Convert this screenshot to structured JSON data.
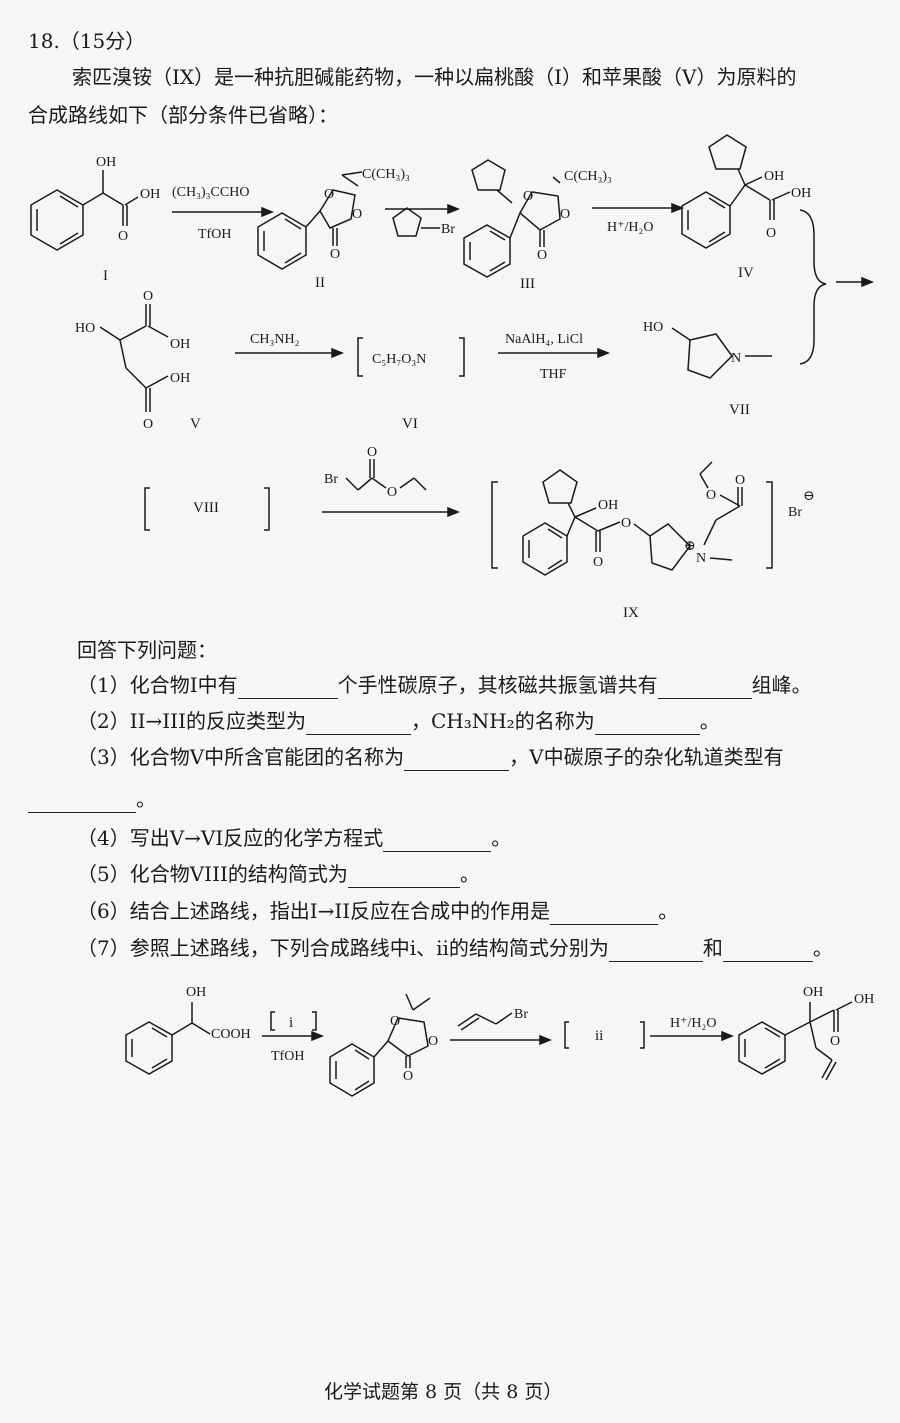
{
  "question": {
    "header": "18.（15分）",
    "intro_line1": "索匹溴铵（IX）是一种抗胆碱能药物，一种以扁桃酸（I）和苹果酸（V）为原料的",
    "intro_line2": "合成路线如下（部分条件已省略）："
  },
  "scheme": {
    "labels": {
      "I": "I",
      "II": "II",
      "III": "III",
      "IV": "IV",
      "V": "V",
      "VI": "VI",
      "VII": "VII",
      "VIII": "VIII",
      "IX": "IX"
    },
    "reagents": {
      "r1_top": "(CH₃)₃CCHO",
      "r1_bottom": "TfOH",
      "r3": "H⁺/H₂O",
      "r4": "CH₃NH₂",
      "r5_top": "NaAlH₄, LiCl",
      "r5_bottom": "THF",
      "vi_formula": "C₅H₇O₃N"
    },
    "atoms": {
      "OH": "OH",
      "O": "O",
      "Br": "Br",
      "N": "N",
      "CtBu": "C(CH₃)₃",
      "HO": "HO",
      "plus": "⊕",
      "minus": "⊖",
      "COOH": "COOH"
    }
  },
  "answers": {
    "prompt": "回答下列问题：",
    "q1_a": "（1）化合物I中有",
    "q1_b": "个手性碳原子，其核磁共振氢谱共有",
    "q1_c": "组峰。",
    "q2_a": "（2）II→III的反应类型为",
    "q2_b": "，CH₃NH₂的名称为",
    "q2_c": "。",
    "q3_a": "（3）化合物V中所含官能团的名称为",
    "q3_b": "，V中碳原子的杂化轨道类型有",
    "q3_c": "。",
    "q4_a": "（4）写出V→VI反应的化学方程式",
    "q4_b": "。",
    "q5_a": "（5）化合物VIII的结构简式为",
    "q5_b": "。",
    "q6_a": "（6）结合上述路线，指出I→II反应在合成中的作用是",
    "q6_b": "。",
    "q7_a": "（7）参照上述路线，下列合成路线中i、ii的结构简式分别为",
    "q7_b": "和",
    "q7_c": "。"
  },
  "route7": {
    "i": "i",
    "ii": "ii",
    "reagent1_bottom": "TfOH",
    "reagent3": "H⁺/H₂O"
  },
  "footer": "化学试题第 8 页（共 8 页）"
}
